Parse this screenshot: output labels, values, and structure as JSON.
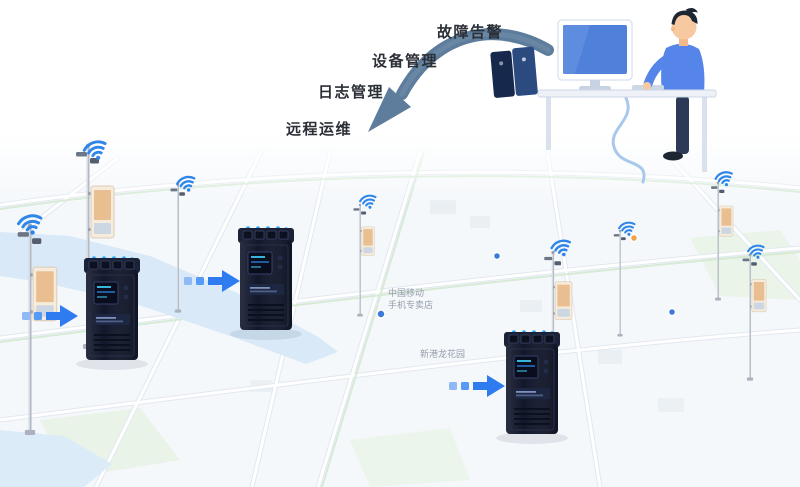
{
  "feature_labels": {
    "fault_alarm": "故障告警",
    "device_management": "设备管理",
    "log_management": "日志管理",
    "remote_ops": "远程运维"
  },
  "map_labels": {
    "poi1_line1": "中国移动",
    "poi1_line2": "手机专卖店",
    "poi2": "新港龙花园"
  },
  "icons": {
    "wifi": "wifi-icon",
    "pole": "street-pole",
    "device": "edge-gateway-device",
    "flow_arrow": "data-flow-arrow",
    "curved_arrow": "remote-control-arrow",
    "operator": "operator-at-workstation",
    "monitor": "computer-monitor",
    "binders": "file-binders",
    "cable": "power-cable"
  },
  "colors": {
    "wifi_blue": "#2e86e8",
    "arrow_blue": "#2f7bf0",
    "arrow_blue_light": "#8fb9f7",
    "brush_arrow_gray_blue": "#5e7d9c",
    "device_body_navy": "#141a2e",
    "device_port_blue": "#2fa8ff",
    "water_blue": "#d9e9f8",
    "map_background": "#f5f8fb",
    "monitor_blue": "#4f80da",
    "shirt_blue": "#5585e8"
  }
}
